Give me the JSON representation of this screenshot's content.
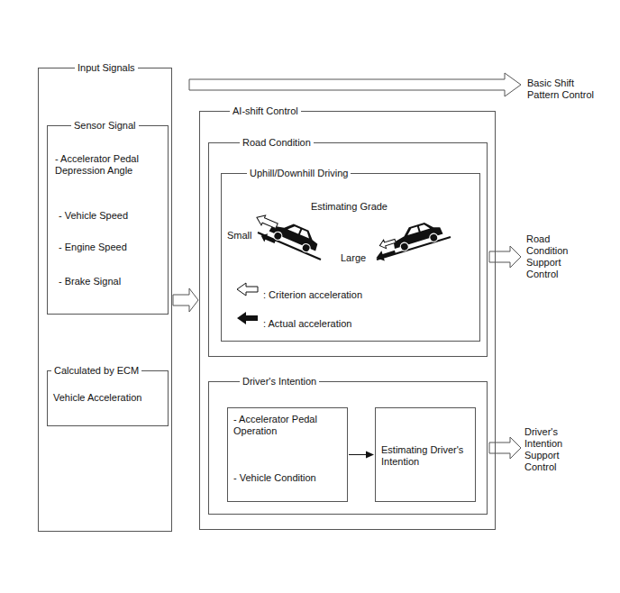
{
  "diagram": {
    "nodes": [
      {
        "text": [
          "Input Signals"
        ]
      },
      {
        "text": [
          "Sensor Signal",
          "- Accelerator Pedal Depression Angle",
          "- Vehicle Speed",
          "- Engine Speed",
          "- Brake Signal"
        ],
        "in": 0
      },
      {
        "text": [
          "Calculated by ECM",
          "Vehicle Acceleration"
        ],
        "in": 0
      },
      {
        "text": [
          "AI-shift Control"
        ]
      },
      {
        "text": [
          "Road Condition"
        ],
        "in": 3
      },
      {
        "text": [
          "Uphill/Downhill Driving",
          "Estimating Grade",
          "Small",
          "Large",
          ": Criterion acceleration",
          ": Actual acceleration"
        ],
        "in": 4
      },
      {
        "text": [
          "Driver's Intention"
        ],
        "in": 3
      },
      {
        "text": [
          "- Accelerator Pedal Operation",
          "- Vehicle Condition"
        ],
        "in": 6
      },
      {
        "text": [
          "Estimating Driver's Intention"
        ],
        "in": 6
      }
    ],
    "edges": [
      {
        "from": 0,
        "to": 3,
        "arrow": "to"
      },
      {
        "from": 7,
        "to": 8,
        "arrow": "to"
      }
    ],
    "labels": [
      "Basic Shift Pattern Control",
      "Road Condition Support Control",
      "Driver's Intention Support Control"
    ]
  }
}
